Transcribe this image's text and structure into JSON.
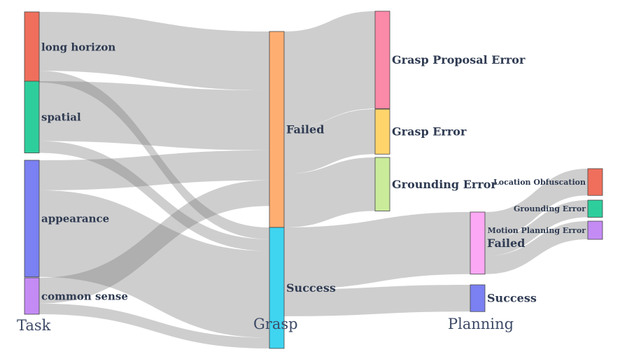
{
  "chart_data": {
    "type": "sankey",
    "stages": [
      "Task",
      "Grasp",
      "Planning"
    ],
    "nodes": [
      {
        "id": "long_horizon",
        "label": "long horizon",
        "color": "#EF6F5C"
      },
      {
        "id": "spatial",
        "label": "spatial",
        "color": "#2ECE9C"
      },
      {
        "id": "appearance",
        "label": "appearance",
        "color": "#7B80F2"
      },
      {
        "id": "common_sense",
        "label": "common sense",
        "color": "#C48BF5"
      },
      {
        "id": "grasp_failed",
        "label": "Failed",
        "color": "#FFAE72"
      },
      {
        "id": "grasp_success",
        "label": "Success",
        "color": "#3FD4F0"
      },
      {
        "id": "grasp_proposal_error",
        "label": "Grasp Proposal Error",
        "color": "#FB89A8"
      },
      {
        "id": "grasp_error",
        "label": "Grasp Error",
        "color": "#FFD46B"
      },
      {
        "id": "grounding_error_1",
        "label": "Grounding Error",
        "color": "#C9EB9A"
      },
      {
        "id": "planning_failed",
        "label": "Failed",
        "color": "#FCA8F4"
      },
      {
        "id": "planning_success",
        "label": "Success",
        "color": "#7B80F2"
      },
      {
        "id": "location_obfuscation",
        "label": "Location Obfuscation",
        "color": "#EF6F5C"
      },
      {
        "id": "grounding_error_2",
        "label": "Grounding Error",
        "color": "#2ECE9C"
      },
      {
        "id": "motion_planning_error",
        "label": "Motion Planning Error",
        "color": "#C48BF5"
      }
    ],
    "links": [
      {
        "source": "long_horizon",
        "target": "grasp_failed",
        "value": 55
      },
      {
        "source": "long_horizon",
        "target": "grasp_success",
        "value": 11
      },
      {
        "source": "spatial",
        "target": "grasp_failed",
        "value": 56
      },
      {
        "source": "spatial",
        "target": "grasp_success",
        "value": 11
      },
      {
        "source": "appearance",
        "target": "grasp_failed",
        "value": 28
      },
      {
        "source": "appearance",
        "target": "grasp_success",
        "value": 81
      },
      {
        "source": "common_sense",
        "target": "grasp_failed",
        "value": 24
      },
      {
        "source": "common_sense",
        "target": "grasp_success",
        "value": 10
      },
      {
        "source": "grasp_failed",
        "target": "grasp_proposal_error",
        "value": 91
      },
      {
        "source": "grasp_failed",
        "target": "grasp_error",
        "value": 42
      },
      {
        "source": "grasp_failed",
        "target": "grounding_error_1",
        "value": 50
      },
      {
        "source": "grasp_success",
        "target": "planning_failed",
        "value": 58
      },
      {
        "source": "grasp_success",
        "target": "planning_success",
        "value": 25
      },
      {
        "source": "planning_failed",
        "target": "location_obfuscation",
        "value": 25
      },
      {
        "source": "planning_failed",
        "target": "grounding_error_2",
        "value": 16
      },
      {
        "source": "planning_failed",
        "target": "motion_planning_error",
        "value": 17
      }
    ]
  }
}
